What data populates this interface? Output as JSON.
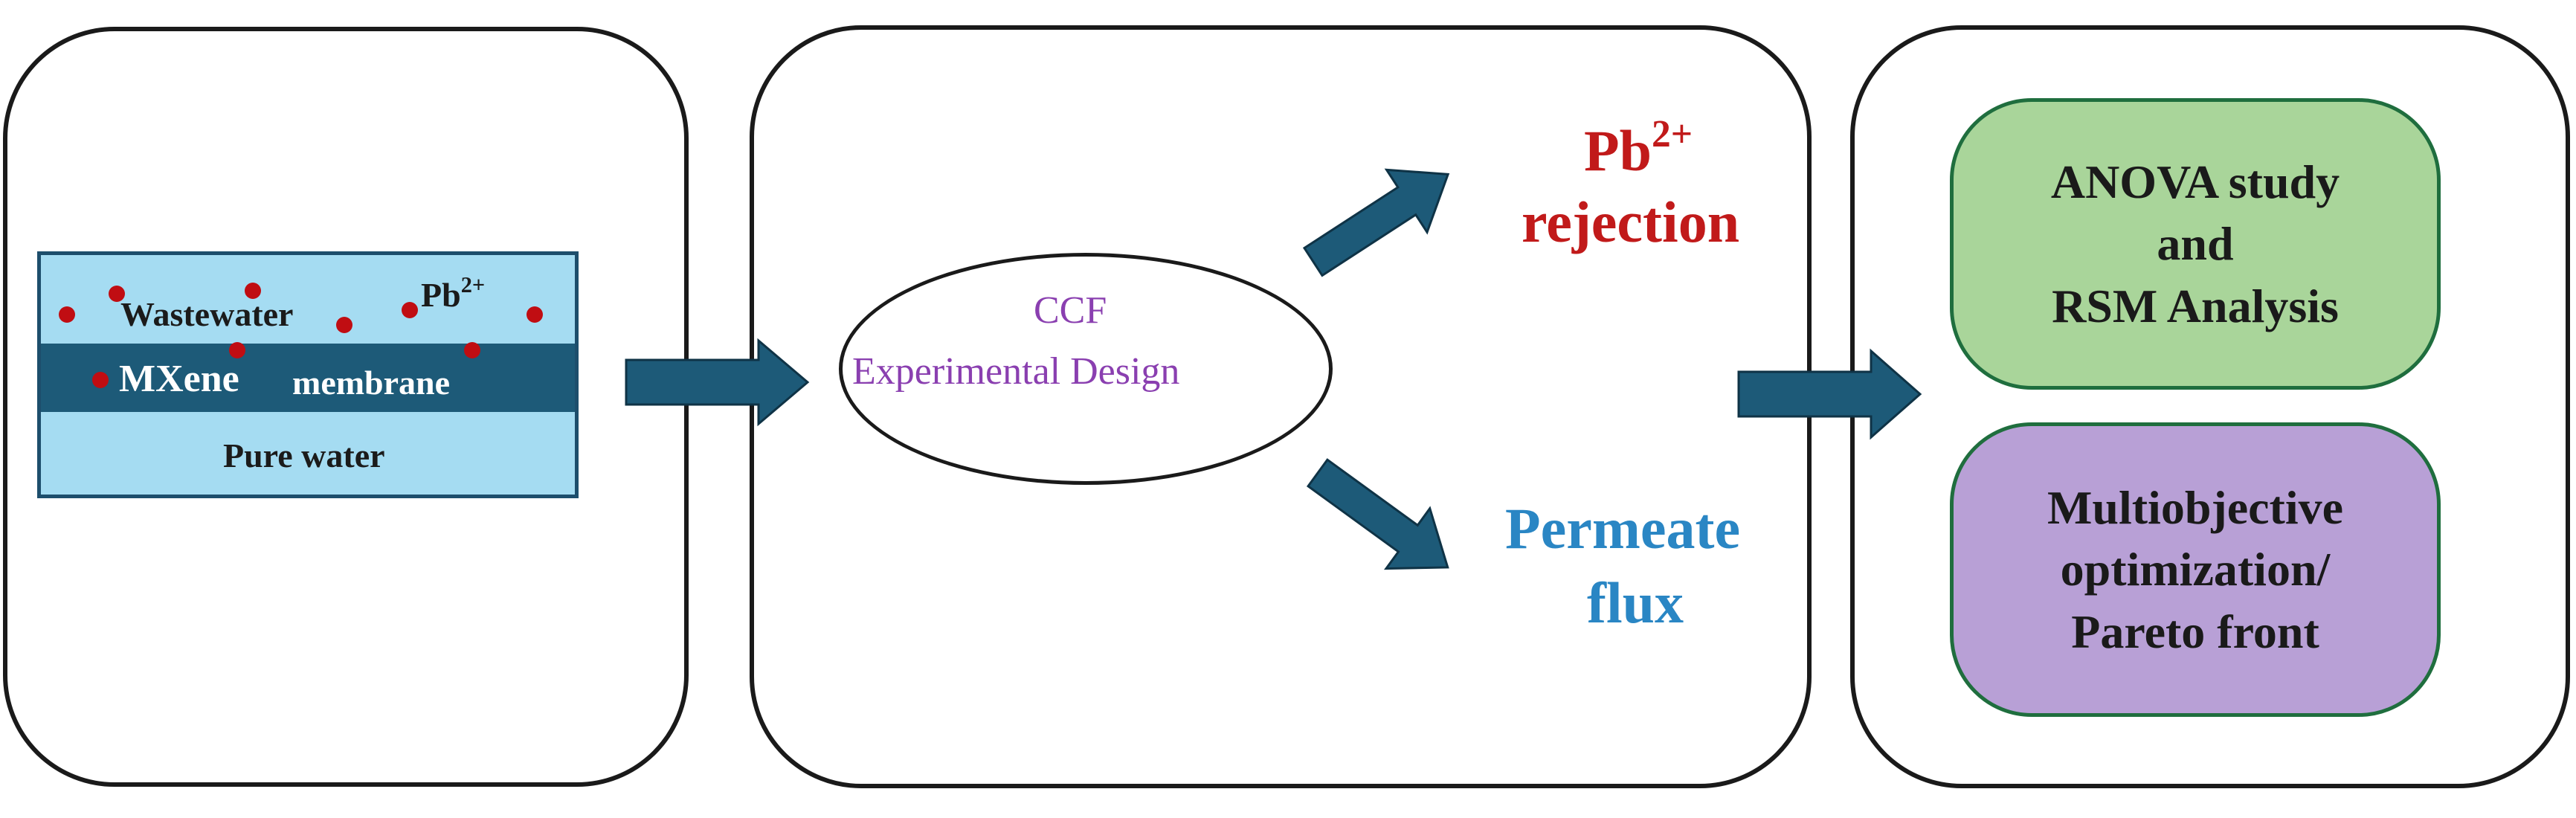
{
  "membrane": {
    "wastewater_label": "Wastewater",
    "ion_base": "Pb",
    "ion_charge": "2+",
    "mxene_label": "MXene",
    "membrane_label": "membrane",
    "pure_water_label": "Pure water"
  },
  "design": {
    "line1": "CCF",
    "line2": "Experimental Design"
  },
  "outputs": {
    "rejection_base": "Pb",
    "rejection_charge": "2+",
    "rejection_word": "rejection",
    "flux_line1": "Permeate",
    "flux_line2": "flux"
  },
  "analysis": {
    "box1_lines": [
      "ANOVA study",
      "and",
      "RSM Analysis"
    ],
    "box2_lines": [
      "Multiobjective",
      "optimization/",
      "Pareto front"
    ]
  },
  "colors": {
    "arrow": "#1d5a78",
    "water": "#a5dcf2",
    "membrane": "#1d5a78",
    "ion": "#c00d12",
    "design_text": "#8a3fb0",
    "rejection_text": "#c11a1a",
    "flux_text": "#2a86c4",
    "box_green": "#a9d59a",
    "box_purple": "#b8a0d6"
  }
}
